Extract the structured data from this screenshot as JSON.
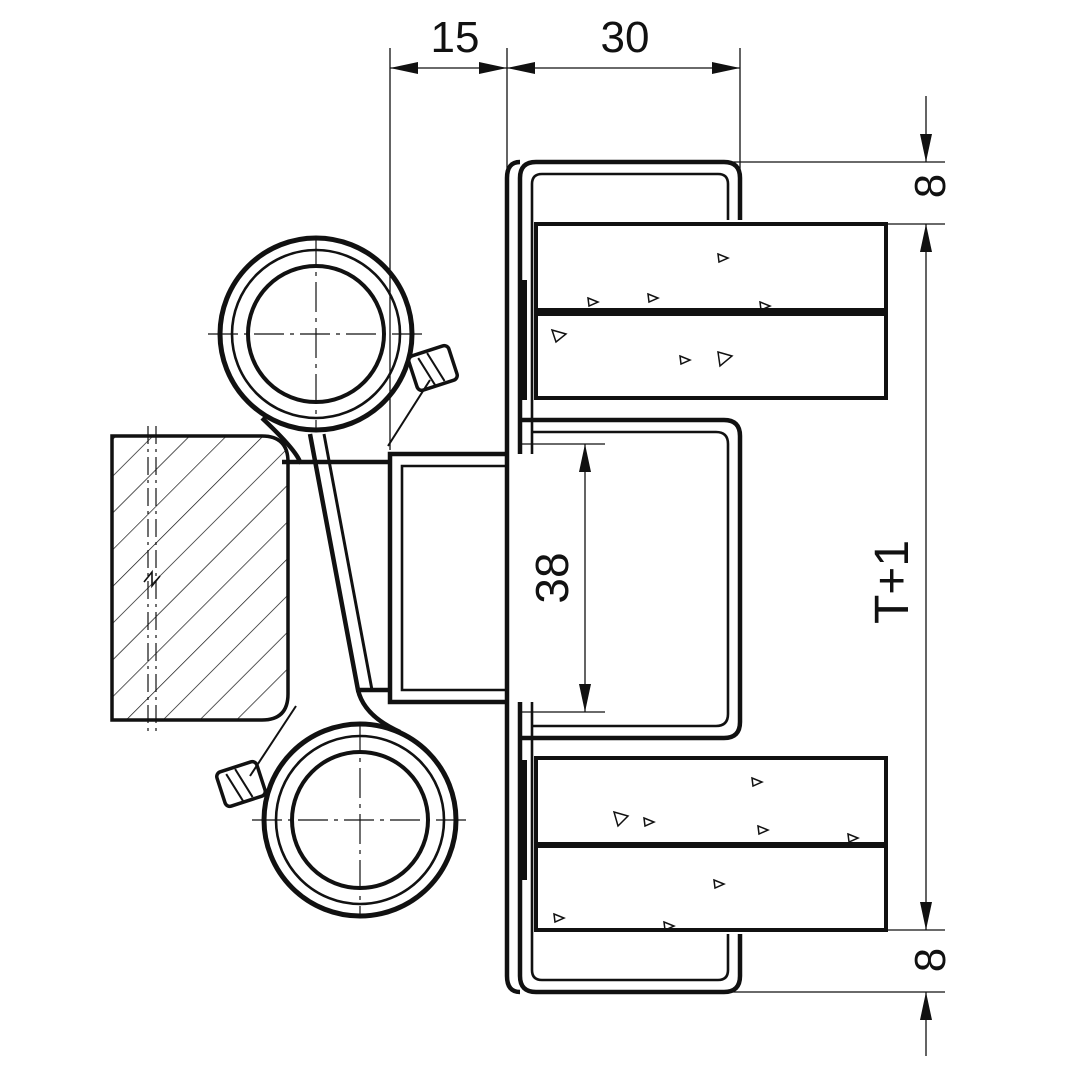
{
  "drawing": {
    "ink_color": "#111111",
    "background": "#ffffff",
    "dimensions": {
      "top_left": "15",
      "top_right": "30",
      "top_offset": "8",
      "bottom_offset": "8",
      "slot_width": "38",
      "overall_height": "T+1"
    }
  }
}
